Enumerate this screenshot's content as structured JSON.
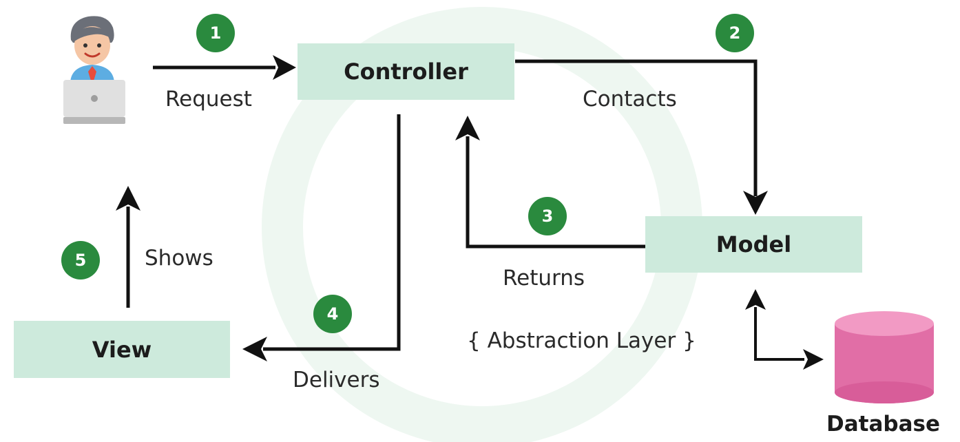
{
  "diagram": {
    "nodes": {
      "controller": "Controller",
      "model": "Model",
      "view": "View",
      "database": "Database"
    },
    "edges": {
      "request": "Request",
      "contacts": "Contacts",
      "returns": "Returns",
      "delivers": "Delivers",
      "shows": "Shows"
    },
    "steps": [
      "1",
      "2",
      "3",
      "4",
      "5"
    ],
    "abstraction_layer": "{ Abstraction Layer }"
  },
  "colors": {
    "box_fill": "#cdeadc",
    "badge": "#2a8a3e",
    "arrow": "#111111",
    "database": "#e16ea6",
    "watermark": "#edf6f0"
  },
  "icons": {
    "user": "user-at-laptop-icon",
    "database": "database-cylinder-icon"
  }
}
